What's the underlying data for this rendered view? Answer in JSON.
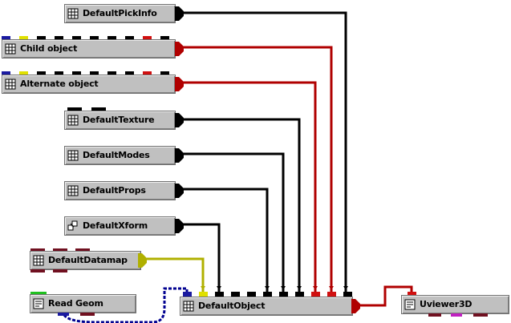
{
  "modules": {
    "pickinfo": {
      "label": "DefaultPickInfo"
    },
    "child": {
      "label": "Child object"
    },
    "alternate": {
      "label": "Alternate object"
    },
    "texture": {
      "label": "DefaultTexture"
    },
    "modes": {
      "label": "DefaultModes"
    },
    "props": {
      "label": "DefaultProps"
    },
    "xform": {
      "label": "DefaultXform"
    },
    "datamap": {
      "label": "DefaultDatamap"
    },
    "readgeom": {
      "label": "Read Geom"
    },
    "object": {
      "label": "DefaultObject"
    },
    "viewer": {
      "label": "Uviewer3D"
    }
  },
  "colors": {
    "black_wire": "#000000",
    "red_wire": "#b00000",
    "yellow_wire": "#b0b000",
    "blue_wire": "#000090",
    "module_bg": "#c0c0c0",
    "port_blue": "#1a1aa0",
    "port_yellow": "#e0e000",
    "port_red": "#d01010",
    "port_green": "#20c020",
    "port_maroon": "#701020",
    "port_magenta": "#c020c0"
  },
  "icons": {
    "default": "grid-cube-icon",
    "xform": "transform-icon",
    "readgeom": "file-module-icon"
  }
}
